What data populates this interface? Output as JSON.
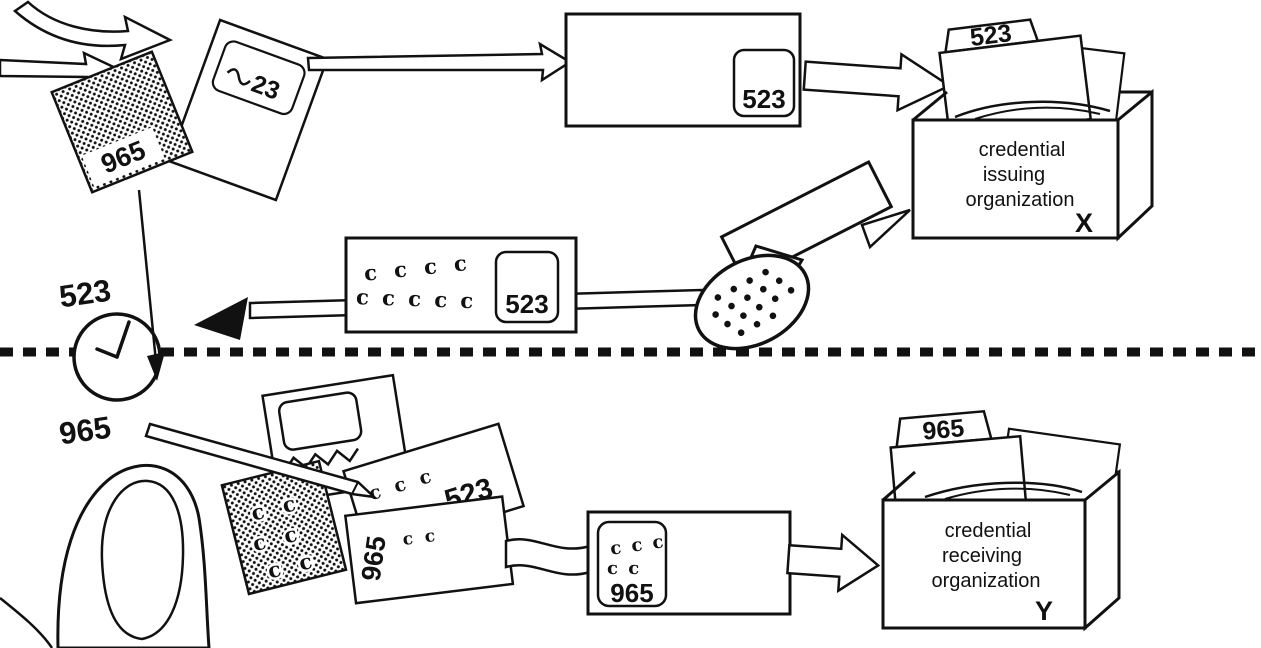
{
  "colors": {
    "ink": "#111111",
    "paper": "#ffffff"
  },
  "top_flow": {
    "carbon_card": {
      "number": "965"
    },
    "inner_card": {
      "number": "23"
    },
    "request_envelope": {
      "number": "523"
    },
    "issuer_box": {
      "label_line1": "credential",
      "label_line2": "issuing",
      "label_line3": "organization",
      "letter": "X",
      "folder_tab": "523"
    },
    "signed_envelope": {
      "number": "523",
      "c_row1": "c c c c",
      "c_row2": "c c c c c"
    }
  },
  "timeline": {
    "upper_number": "523",
    "lower_number": "965"
  },
  "bottom_flow": {
    "carbon_copy_card": {
      "c_row1": "c c",
      "c_row2": "c c",
      "c_row3": "c c"
    },
    "old_pseudonym_card": {
      "number": "523",
      "c_row": "c c c"
    },
    "new_pseudonym_card": {
      "number": "965",
      "c_row": "c c"
    },
    "transfer_envelope": {
      "number": "965",
      "c_row1": "c c c",
      "c_row2": "c c"
    },
    "receiver_box": {
      "label_line1": "credential",
      "label_line2": "receiving",
      "label_line3": "organization",
      "letter": "Y",
      "folder_tab": "965"
    }
  }
}
